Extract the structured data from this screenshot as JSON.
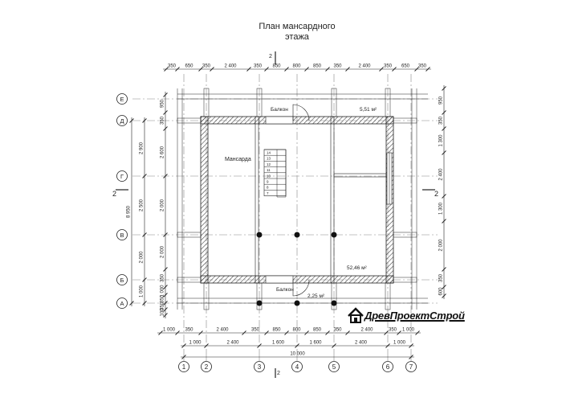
{
  "title": "План мансардного\nэтажа",
  "section_mark": "2",
  "logo_text": "ДревПроектСтрой",
  "rooms": {
    "mansarda": "Мансарда",
    "balcony_top": "Балкон",
    "balcony_bottom": "Балкон",
    "area_top": "5,51 м²",
    "area_main": "52,46 м²",
    "area_balcony": "2,25 м²"
  },
  "stairs": [
    "14",
    "13",
    "12",
    "11",
    "10",
    "9",
    "8",
    "7"
  ],
  "top_dims": [
    "350",
    "650",
    "350",
    "2 400",
    "350",
    "850",
    "800",
    "850",
    "350",
    "2 400",
    "350",
    "650",
    "350"
  ],
  "bottom_dims_row1": [
    "1 000",
    "350",
    "2 400",
    "350",
    "850",
    "800",
    "850",
    "350",
    "2 400",
    "350",
    "1 000"
  ],
  "bottom_dims_row2": [
    "1 000",
    "2 400",
    "1 600",
    "1 600",
    "2 400",
    "1 000"
  ],
  "bottom_total": "10 000",
  "left_dims_inner": [
    "950",
    "350",
    "2 600",
    "2 000",
    "2 000",
    "350",
    "1 000",
    "350",
    "350",
    "100"
  ],
  "left_dims_outer": [
    "2 900",
    "2 500",
    "2 000",
    "1 000"
  ],
  "left_total": "8 950",
  "right_dims": [
    "950",
    "350",
    "1 300",
    "2 400",
    "1 300",
    "2 000",
    "350",
    "600"
  ],
  "axes_rows": [
    "Е",
    "Д",
    "Г",
    "В",
    "Б",
    "А"
  ],
  "axes_cols": [
    "1",
    "2",
    "3",
    "4",
    "5",
    "6",
    "7"
  ],
  "colors": {
    "line": "#222222",
    "hatch": "#555555",
    "axis": "#888888"
  }
}
